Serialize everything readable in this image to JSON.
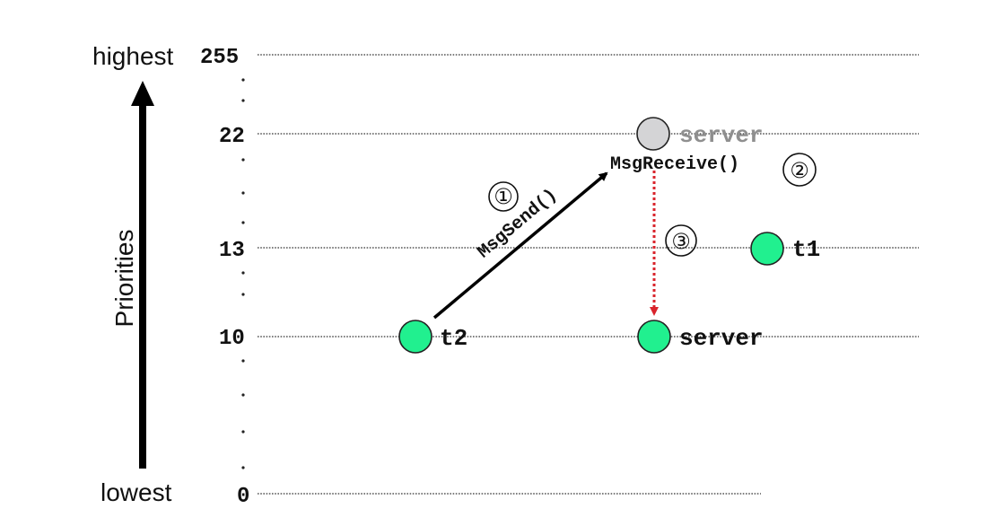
{
  "axis": {
    "top_word": "highest",
    "bottom_word": "lowest",
    "title": "Priorities"
  },
  "levels": [
    "255",
    "22",
    "13",
    "10",
    "0"
  ],
  "nodes": {
    "server_blocked": "server",
    "t1": "t1",
    "t2": "t2",
    "server_active": "server"
  },
  "calls": {
    "send": "MsgSend()",
    "receive": "MsgReceive()"
  },
  "steps": [
    "①",
    "②",
    "③"
  ],
  "colors": {
    "active_thread": "#21f08f",
    "blocked_thread": "#d4d4d6",
    "priority_shift_arrow": "#d9242c",
    "send_arrow": "#000000"
  }
}
